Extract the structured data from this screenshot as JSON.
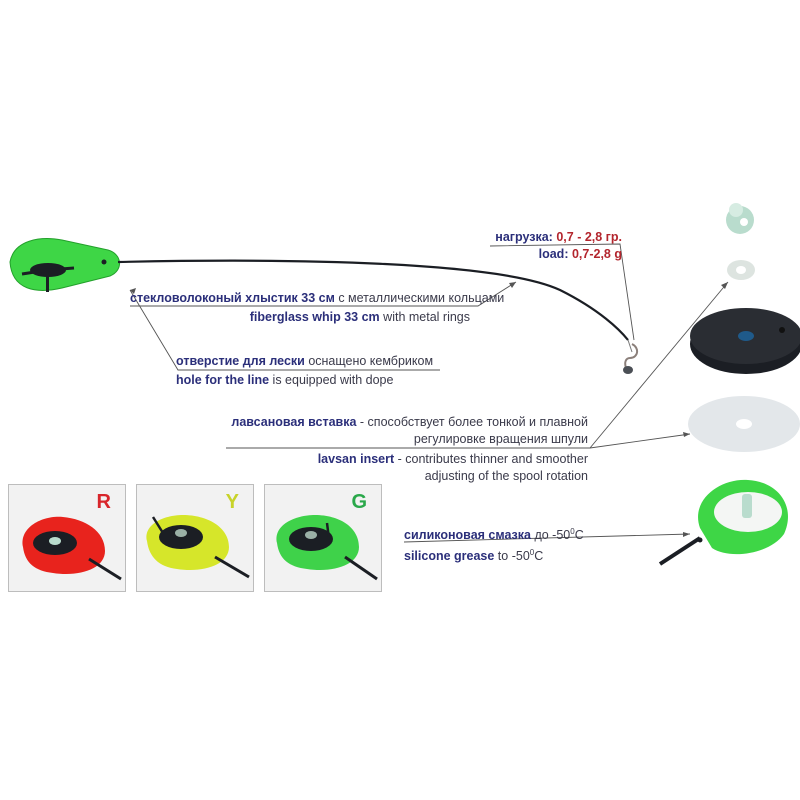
{
  "labels": {
    "load": {
      "ru_bold": "нагрузка:",
      "ru_value": "0,7 - 2,8 гр.",
      "en_bold": "load:",
      "en_value": "0,7-2,8 g"
    },
    "whip": {
      "ru_bold": "стекловолоконый хлыстик 33 см",
      "ru_rest": " с металлическими кольцами",
      "en_bold": "fiberglass whip 33 cm",
      "en_rest": " with metal rings"
    },
    "hole": {
      "ru_bold": "отверстие для лески",
      "ru_rest": " оснащено кембриком",
      "en_bold": "hole for the line",
      "en_rest": " is equipped with dope"
    },
    "lavsan": {
      "ru_bold": "лавсановая вставка",
      "ru_rest1": " - способствует более тонкой и плавной",
      "ru_rest2": "регулировке вращения шпули",
      "en_bold": "lavsan insert",
      "en_rest1": " - contributes thinner and smoother",
      "en_rest2": "adjusting of the spool rotation"
    },
    "grease": {
      "ru_bold": "силиконовая смазка",
      "ru_rest": " до -50",
      "ru_unit": "C",
      "en_bold": "silicone grease",
      "en_rest": " to -50",
      "en_unit": "C",
      "degree": "0"
    }
  },
  "variants": [
    {
      "letter": "R",
      "body_color": "#e8231d",
      "letter_color": "#d8262b"
    },
    {
      "letter": "Y",
      "body_color": "#d6e62a",
      "letter_color": "#c8d32a"
    },
    {
      "letter": "G",
      "body_color": "#3fd24a",
      "letter_color": "#2aa84a"
    }
  ],
  "colors": {
    "rod_green": "#3ed646",
    "dark": "#1b1e24",
    "label_blue": "#2b2f7a",
    "label_red": "#b3252d"
  }
}
